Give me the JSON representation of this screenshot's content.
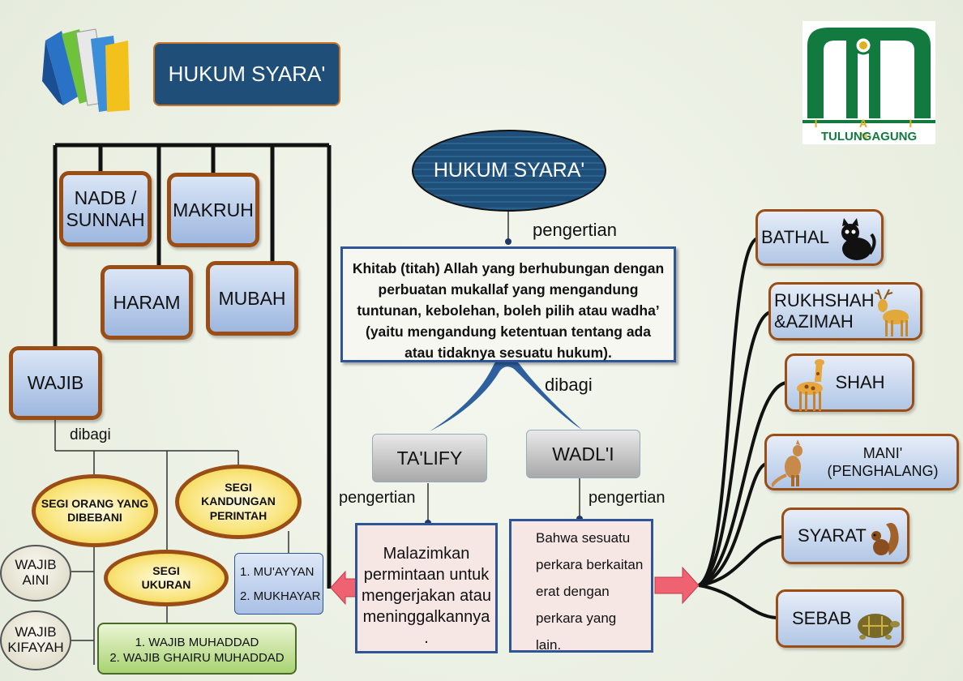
{
  "title": "HUKUM SYARA'",
  "logo": {
    "letters": "I A I N",
    "name": "TULUNGAGUNG"
  },
  "center": {
    "title": "HUKUM SYARA'",
    "label_pengertian": "pengertian",
    "definition": "Khitab (titah) Allah yang berhubungan dengan perbuatan mukallaf yang mengandung tuntunan, kebolehan, boleh pilih atau wadha’ (yaitu mengandung ketentuan tentang ada atau tidaknya sesuatu hukum).",
    "label_dibagi": "dibagi",
    "talify": {
      "label": "TA'LIFY",
      "pengertian": "pengertian",
      "text": "Malazimkan permintaan untuk mengerjakan atau meninggalkannya ."
    },
    "wadli": {
      "label": "WADL'I",
      "pengertian": "pengertian",
      "text_lines": [
        "Bahwa sesuatu",
        "perkara berkaitan",
        "erat dengan",
        "perkara yang",
        "lain."
      ]
    }
  },
  "left": {
    "boxes": {
      "nadb": "NADB / SUNNAH",
      "makruh": "MAKRUH",
      "haram": "HARAM",
      "mubah": "MUBAH",
      "wajib": "WAJIB"
    },
    "dibagi": "dibagi",
    "segi_orang": "SEGI ORANG YANG DIBEBANI",
    "segi_kandungan": "SEGI KANDUNGAN PERINTAH",
    "segi_ukuran": "SEGI UKURAN",
    "wajib_aini": "WAJIB AINI",
    "wajib_kifayah": "WAJIB KIFAYAH",
    "muayyan_lines": [
      "1. MU'AYYAN",
      "2. MUKHAYAR"
    ],
    "muhaddad_lines": [
      "1. WAJIB MUHADDAD",
      "2.  WAJIB GHAIRU MUHADDAD"
    ]
  },
  "right": {
    "items": [
      "BATHAL",
      "RUKHSHAH &AZIMAH",
      "SHAH",
      "MANI' (PENGHALANG)",
      "SYARAT",
      "SEBAB"
    ]
  },
  "colors": {
    "title_bg": "#1f4e79",
    "border": "#9a4e16",
    "logo_green": "#127a3e",
    "pink_arrow": "#e8455a"
  }
}
